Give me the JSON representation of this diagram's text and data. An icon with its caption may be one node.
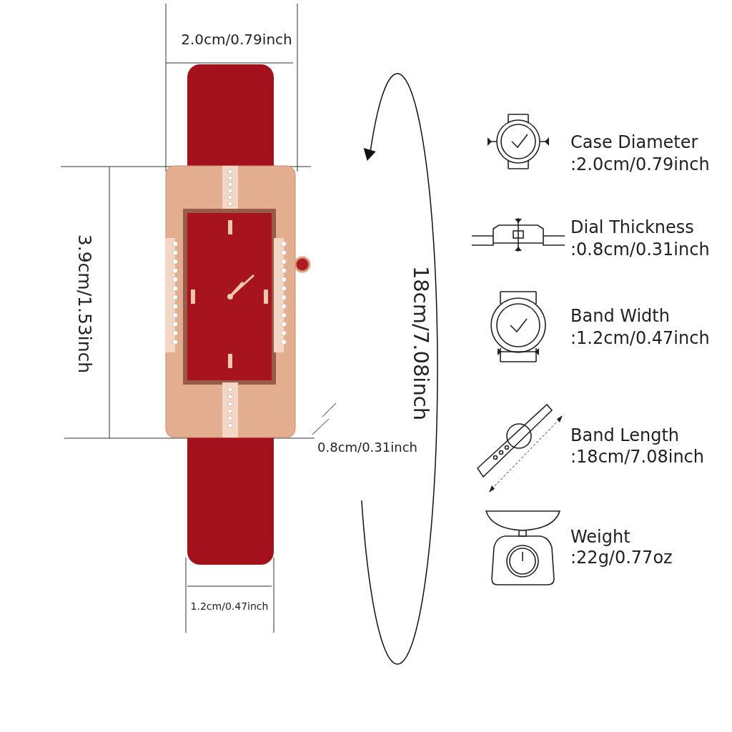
{
  "diagram": {
    "labels": [
      "2.0cm/0.79inch",
      "3.9cm/1.53inch",
      "18cm/7.08inch",
      "0.8cm/0.31inch",
      "1.2cm/0.47inch",
      "Case Diameter",
      ":2.0cm/0.79inch",
      "Dial Thickness",
      ":0.8cm/0.31inch",
      "Band Width",
      ":1.2cm/0.47inch",
      "Band Length",
      ":18cm/7.08inch",
      "Weight",
      ":22g/0.77oz"
    ]
  }
}
